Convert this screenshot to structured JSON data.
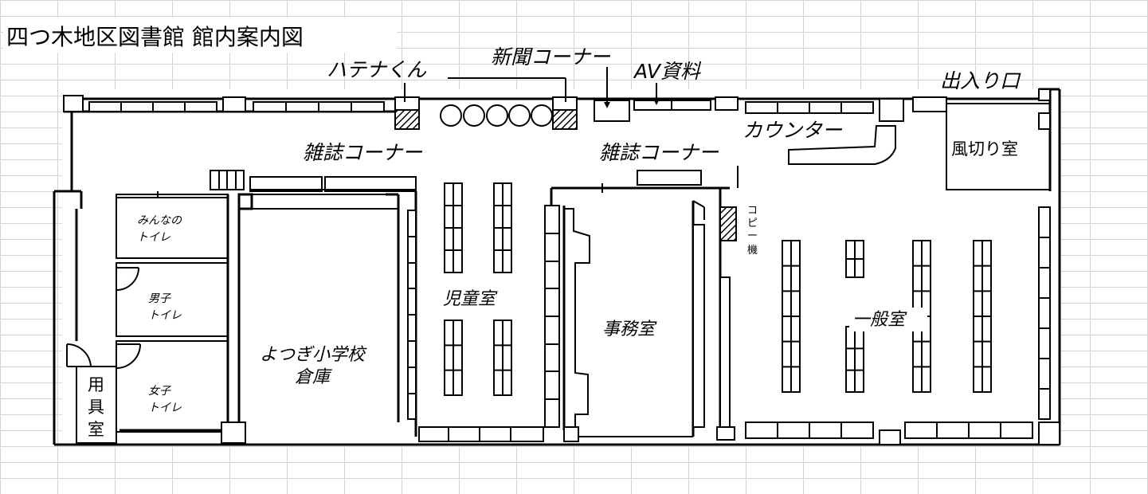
{
  "title": "四つ木地区図書館 館内案内図",
  "labels": {
    "hatena": "ハテナくん",
    "newspaper": "新聞コーナー",
    "av": "AV資料",
    "entrance": "出入り口",
    "magazine_left": "雑誌コーナー",
    "magazine_right": "雑誌コーナー",
    "counter": "カウンター",
    "windbreak": "風切り室",
    "toilet_all_1": "みんなの",
    "toilet_all_2": "トイレ",
    "toilet_men_1": "男子",
    "toilet_men_2": "トイレ",
    "toilet_women_1": "女子",
    "toilet_women_2": "トイレ",
    "storage_1": "用",
    "storage_2": "具",
    "storage_3": "室",
    "school_1": "よつぎ小学校",
    "school_2": "倉庫",
    "children": "児童室",
    "office": "事務室",
    "general": "一般室",
    "copy_1": "コ",
    "copy_2": "ピ",
    "copy_3": "ー",
    "copy_4": "機"
  },
  "colors": {
    "line": "#000000",
    "grid": "#d4d4d4",
    "background": "#ffffff"
  }
}
